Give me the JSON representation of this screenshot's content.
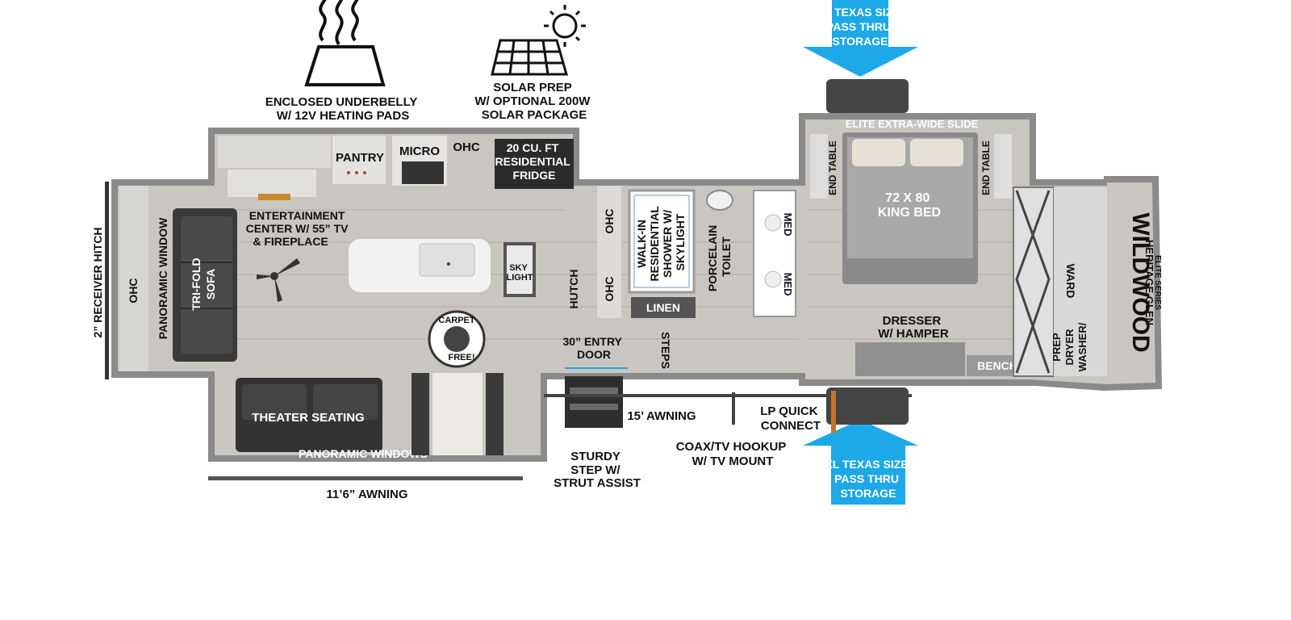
{
  "features": {
    "underbelly": [
      "ENCLOSED UNDERBELLY",
      "W/ 12V HEATING PADS"
    ],
    "solar": [
      "SOLAR PREP",
      "W/ OPTIONAL 200W",
      "SOLAR PACKAGE"
    ],
    "storage_top": [
      "XL TEXAS SIZE",
      "PASS THRU",
      "STORAGE"
    ],
    "storage_bottom": [
      "XL TEXAS SIZE",
      "PASS THRU",
      "STORAGE"
    ]
  },
  "labels": {
    "receiver_hitch": "2” RECEIVER HITCH",
    "ohc_front": "OHC",
    "panoramic_window": "PANORAMIC WINDOW",
    "sofa": [
      "TRI-FOLD",
      "SOFA"
    ],
    "entertainment": [
      "ENTERTAINMENT",
      "CENTER W/ 55” TV",
      "& FIREPLACE"
    ],
    "pantry": "PANTRY",
    "micro": "MICRO",
    "ohc_kitchen": "OHC",
    "fridge": [
      "20 CU. FT",
      "RESIDENTIAL",
      "FRIDGE"
    ],
    "skylight": [
      "SKY",
      "LIGHT"
    ],
    "carpet_free": [
      "CARPET",
      "FREE!"
    ],
    "theater_seating": "THEATER SEATING",
    "panoramic_windows": "PANORAMIC WINDOWS",
    "awning_main": "11’6” AWNING",
    "hutch": "HUTCH",
    "ohc_hutch_top": "OHC",
    "ohc_hutch_bottom": "OHC",
    "entry_door": [
      "30” ENTRY",
      "DOOR"
    ],
    "steps": "STEPS",
    "sturdy_step": [
      "STURDY",
      "STEP W/",
      "STRUT ASSIST"
    ],
    "awning_entry": "15’ AWNING",
    "shower": [
      "WALK-IN",
      "RESIDENTIAL",
      "SHOWER W/",
      "SKYLIGHT"
    ],
    "linen": "LINEN",
    "toilet": [
      "PORCELAIN",
      "TOILET"
    ],
    "med_top": "MED",
    "med_bottom": "MED",
    "coax": [
      "COAX/TV HOOKUP",
      "W/ TV MOUNT"
    ],
    "lp": [
      "LP QUICK",
      "CONNECT"
    ],
    "slide": "ELITE EXTRA-WIDE SLIDE",
    "end_table_left": "END TABLE",
    "end_table_right": "END TABLE",
    "bed": [
      "72 X  80",
      "KING BED"
    ],
    "dresser": [
      "DRESSER",
      "W/ HAMPER"
    ],
    "bench": "BENCH",
    "ward": "WARD",
    "washer": [
      "WASHER/",
      "DRYER",
      "PREP"
    ]
  },
  "brand": {
    "name": "WILDWOOD",
    "line": "HERITAGE GLEN",
    "series": "ELITE SERIES"
  },
  "colors": {
    "storage_arrow": "#1da8e8",
    "floor": "#c9c5c0",
    "wall": "#8a8a8a",
    "furniture_dark": "#3a3a3a"
  }
}
